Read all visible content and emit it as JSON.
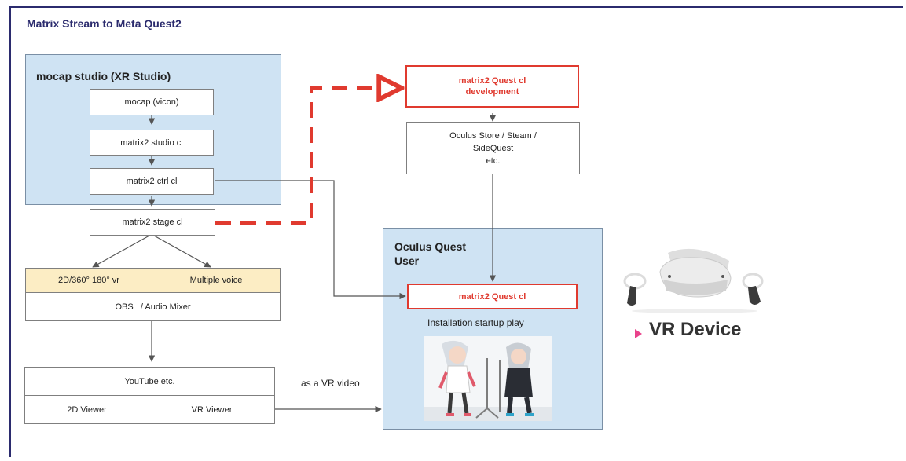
{
  "title": "Matrix Stream to Meta Quest2",
  "studio": {
    "label": "mocap studio (XR Studio)",
    "mocap": "mocap (vicon)",
    "studio_cl": "matrix2 studio cl",
    "ctrl_cl": "matrix2 ctrl cl"
  },
  "stage_cl": "matrix2 stage cl",
  "outputs": {
    "vr_formats": "2D/360° 180° vr",
    "multi_voice": "Multiple voice",
    "mixer": "OBS   / Audio Mixer"
  },
  "distribution": {
    "youtube": "YouTube etc.",
    "viewer_2d": "2D Viewer",
    "viewer_vr": "VR Viewer",
    "as_vr_video": "as a VR video"
  },
  "dev": {
    "label": "matrix2 Quest  cl\ndevelopment"
  },
  "store": {
    "label": "Oculus Store / Steam /\nSideQuest\netc."
  },
  "quest_user": {
    "label": "Oculus Quest\nUser",
    "client": "matrix2 Quest cl",
    "install": "Installation  startup play"
  },
  "vr_device": "VR Device",
  "colors": {
    "region_bg": "#cfe3f3",
    "cream": "#fcedc4",
    "accent_red": "#e03a2f",
    "title": "#2b2b6e",
    "bullet": "#e9428b"
  }
}
